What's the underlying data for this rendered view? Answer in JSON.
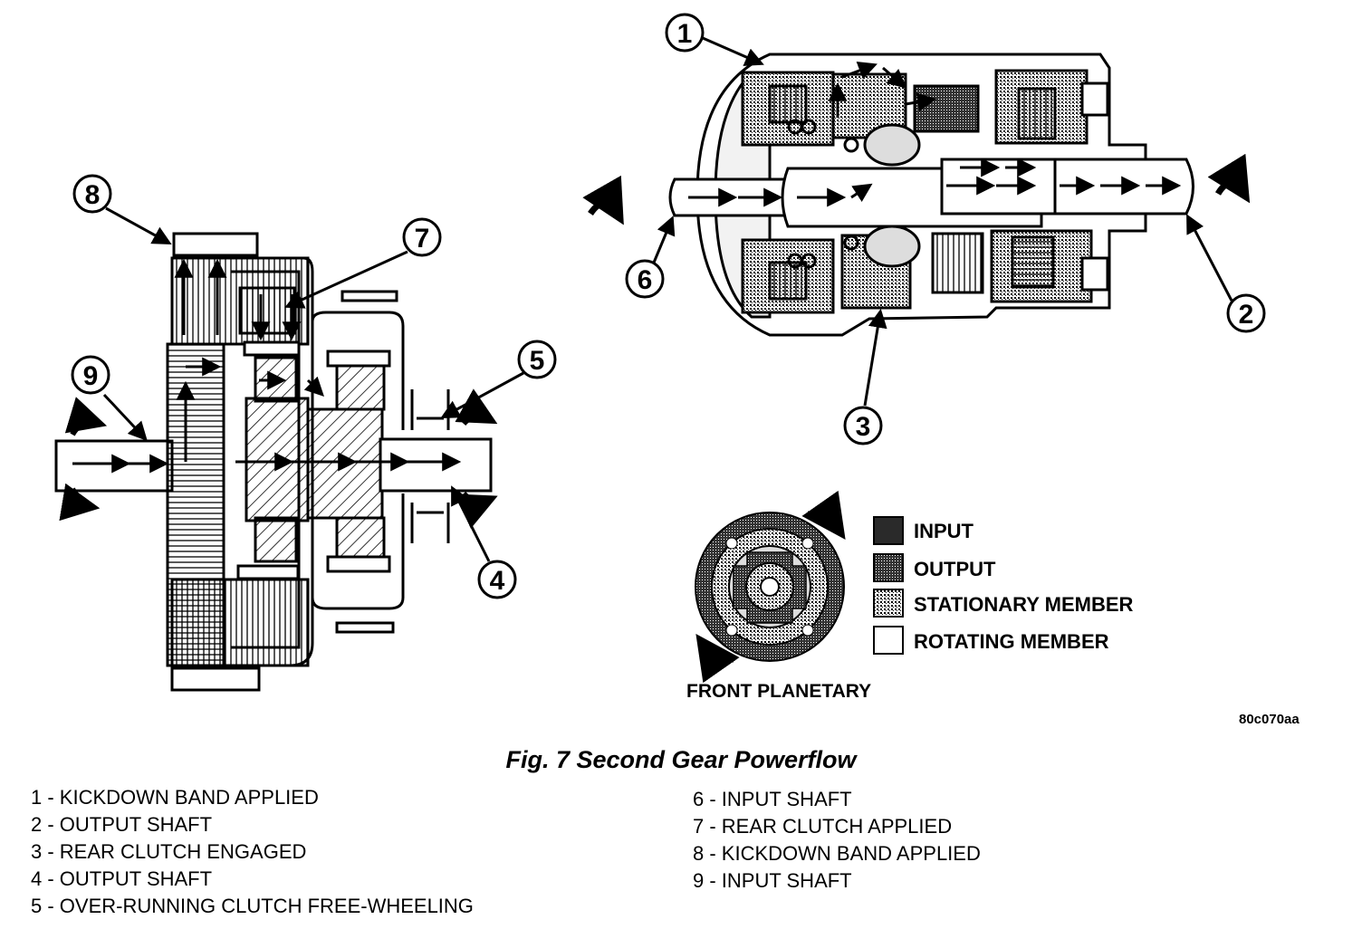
{
  "figure": {
    "caption": "Fig. 7 Second Gear Powerflow",
    "id_code": "80c070aa",
    "planetary_label": "FRONT PLANETARY"
  },
  "callouts": [
    "1",
    "2",
    "3",
    "4",
    "5",
    "6",
    "7",
    "8",
    "9"
  ],
  "legend": [
    {
      "label": "INPUT",
      "swatch": "#2a2a2a"
    },
    {
      "label": "OUTPUT",
      "swatch": "#5a5a5a"
    },
    {
      "label": "STATIONARY MEMBER",
      "swatch": "#9a9a9a"
    },
    {
      "label": "ROTATING MEMBER",
      "swatch": "#ffffff"
    }
  ],
  "parts_left": [
    "1 - KICKDOWN BAND APPLIED",
    "2 - OUTPUT SHAFT",
    "3 - REAR CLUTCH ENGAGED",
    "4 - OUTPUT SHAFT",
    "5 - OVER-RUNNING CLUTCH FREE-WHEELING"
  ],
  "parts_right": [
    "6 - INPUT SHAFT",
    "7 - REAR CLUTCH APPLIED",
    "8 - KICKDOWN BAND APPLIED",
    "9 - INPUT SHAFT"
  ]
}
